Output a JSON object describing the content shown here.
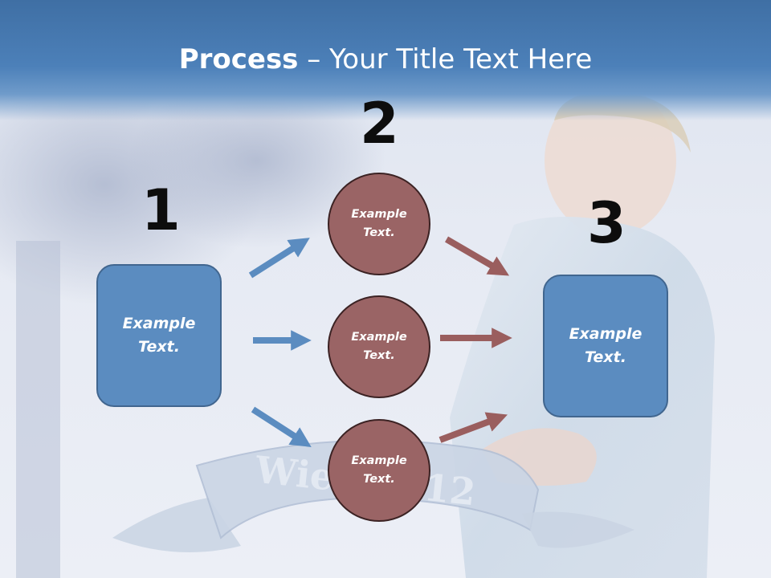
{
  "title": {
    "bold": "Process",
    "rest": " – Your Title Text Here"
  },
  "steps": [
    {
      "number": "1",
      "text": "Example\nText."
    },
    {
      "number": "2",
      "items": [
        "Example\nText.",
        "Example\nText.",
        "Example\nText."
      ]
    },
    {
      "number": "3",
      "text": "Example\nText."
    }
  ],
  "banner_text": "Wien 2012",
  "colors": {
    "title_bar": "#4a7db4",
    "box_fill": "#5b8cc0",
    "box_border": "#41668f",
    "circle_fill": "#9a6465",
    "circle_border": "#3b2223",
    "arrow_blue": "#5b8cc0",
    "arrow_red": "#9a5e5e"
  }
}
